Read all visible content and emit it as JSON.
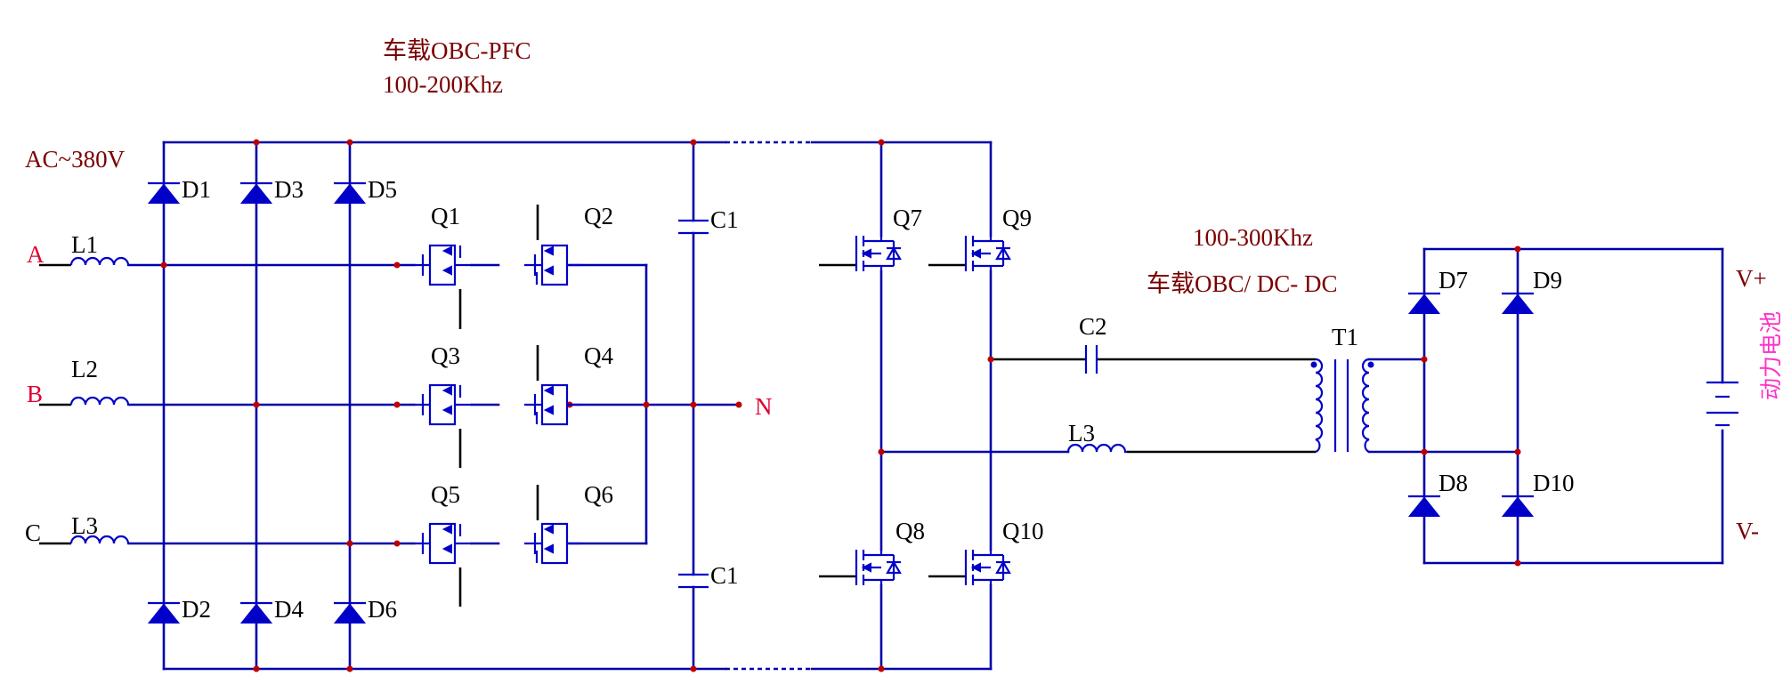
{
  "notes": {
    "pfc_title": "车载OBC-PFC",
    "pfc_freq": "100-200Khz",
    "dc_freq": "100-300Khz",
    "dc_title": "车载OBC/ DC- DC",
    "ac_input": "AC~380V",
    "battery": "动力电池"
  },
  "phases": [
    "A",
    "B",
    "C"
  ],
  "neutral": "N",
  "inductors": [
    "L1",
    "L2",
    "L3"
  ],
  "rectifier_diodes": [
    "D1",
    "D2",
    "D3",
    "D4",
    "D5",
    "D6"
  ],
  "pfc_switches": [
    "Q1",
    "Q2",
    "Q3",
    "Q4",
    "Q5",
    "Q6"
  ],
  "bus_caps": [
    "C1",
    "C1"
  ],
  "bridge_switches": [
    "Q7",
    "Q8",
    "Q9",
    "Q10"
  ],
  "resonant": {
    "capacitor": "C2",
    "inductor": "L3",
    "transformer": "T1"
  },
  "output_diodes": [
    "D7",
    "D8",
    "D9",
    "D10"
  ],
  "output": {
    "positive": "V+",
    "negative": "V-"
  },
  "colors": {
    "wire": "#0000a8",
    "component": "#0000c8",
    "label": "#7a0000",
    "phase_label": "#e00030",
    "battery_label": "#ff30c8",
    "node": "#c00000"
  }
}
